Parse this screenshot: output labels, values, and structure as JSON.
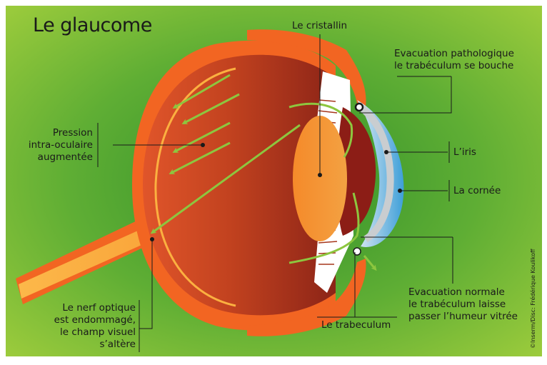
{
  "title": "Le glaucome",
  "labels": {
    "cristallin": "Le cristallin",
    "evac_patho": [
      "Evacuation pathologique",
      "le trabéculum se bouche"
    ],
    "iris": "L’iris",
    "cornee": "La cornée",
    "pression": [
      "Pression",
      "intra-oculaire",
      "augmentée"
    ],
    "nerf": [
      "Le nerf optique",
      "est endommagé,",
      "le champ visuel",
      "s’altère"
    ],
    "trabeculum": "Le trabeculum",
    "evac_normale": [
      "Evacuation normale",
      "le trabéculum laisse",
      "passer l’humeur vitrée"
    ]
  },
  "credit": "©Inserm/Disc: Frédérique Koulikoff",
  "colors": {
    "background_green": "#8dc63f",
    "sclera_orange": "#f26522",
    "eye_interior": "#a6361c",
    "lens_orange": "#f7941d",
    "cornea_blue": "#5eb3e4",
    "arrow_green": "#8dc63f",
    "optic_nerve": "#fbb040"
  }
}
